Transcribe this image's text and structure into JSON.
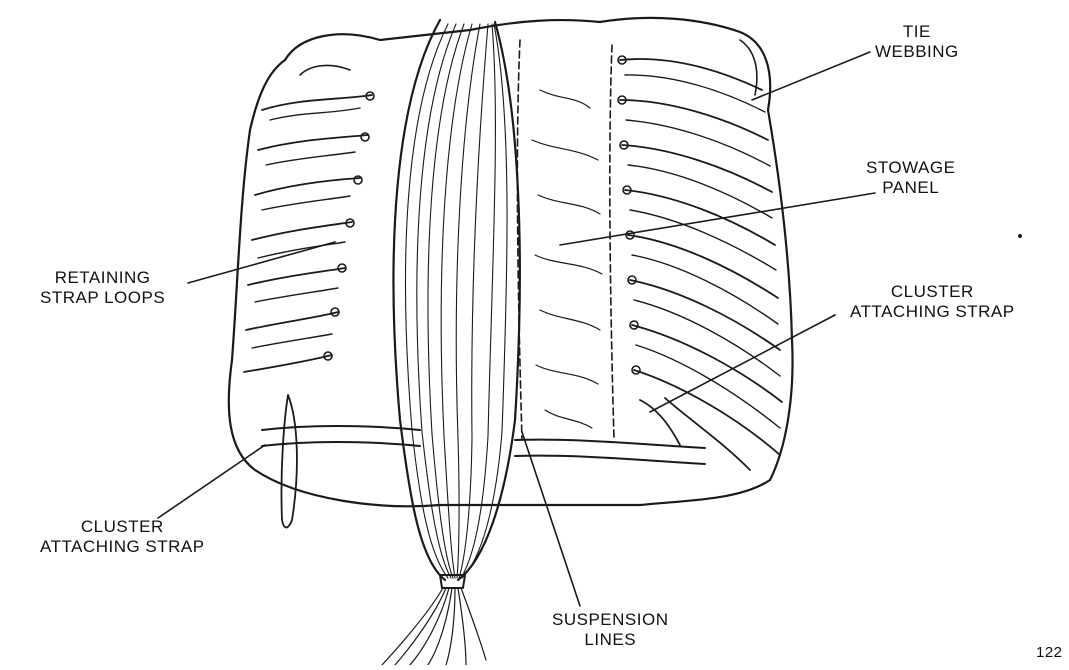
{
  "labels": {
    "tie_webbing": [
      "TIE",
      "WEBBING"
    ],
    "stowage_panel": [
      "STOWAGE",
      "PANEL"
    ],
    "retaining_strap_loops": [
      "RETAINING",
      "STRAP LOOPS"
    ],
    "cluster_attaching_strap_right": [
      "CLUSTER",
      "ATTACHING STRAP"
    ],
    "cluster_attaching_strap_left": [
      "CLUSTER",
      "ATTACHING STRAP"
    ],
    "suspension_lines": [
      "SUSPENSION",
      "LINES"
    ],
    "figure_number": "122"
  },
  "colors": {
    "ink": "#1a1a1a",
    "background": "#ffffff"
  }
}
